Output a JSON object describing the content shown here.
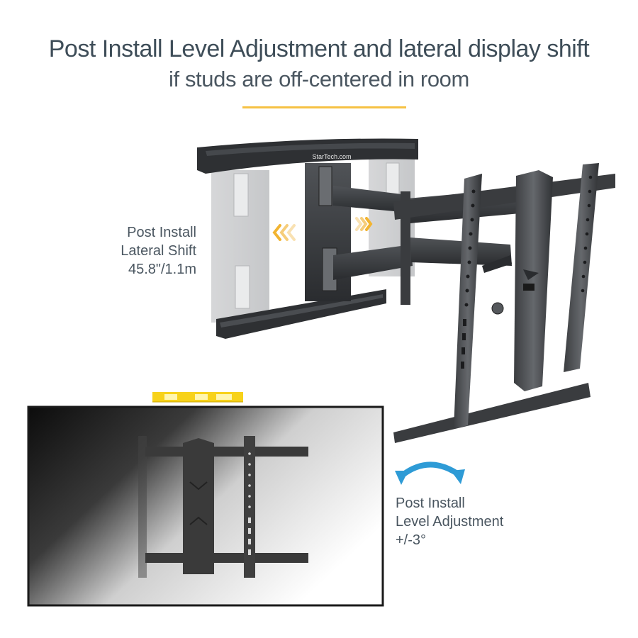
{
  "header": {
    "title": "Post Install Level Adjustment and lateral display shift",
    "subtitle": "if studs are off-centered in room"
  },
  "colors": {
    "heading": "#3e4d58",
    "accent_rule": "#f6c244",
    "shift_arrows": "#f2b431",
    "tilt_arrow": "#2e9bd6",
    "bubble_level": "#f7d21a",
    "mount_metal": "#3a3c3f"
  },
  "product": {
    "brand_label": "StarTech.com",
    "description": "Full-motion articulating TV wall mount with extended arms"
  },
  "callouts": {
    "lateral_shift": {
      "line1": "Post Install",
      "line2": "Lateral Shift",
      "value": "45.8\"/1.1m",
      "icon": "chevron-left-right-arrows"
    },
    "level_adjustment": {
      "line1": "Post Install",
      "line2": "Level Adjustment",
      "value": "+/-3°",
      "icon": "curved-double-arrow"
    }
  },
  "inset": {
    "description": "Rear view of TV with mount attached and bubble level on top",
    "icon": "bubble-level"
  }
}
